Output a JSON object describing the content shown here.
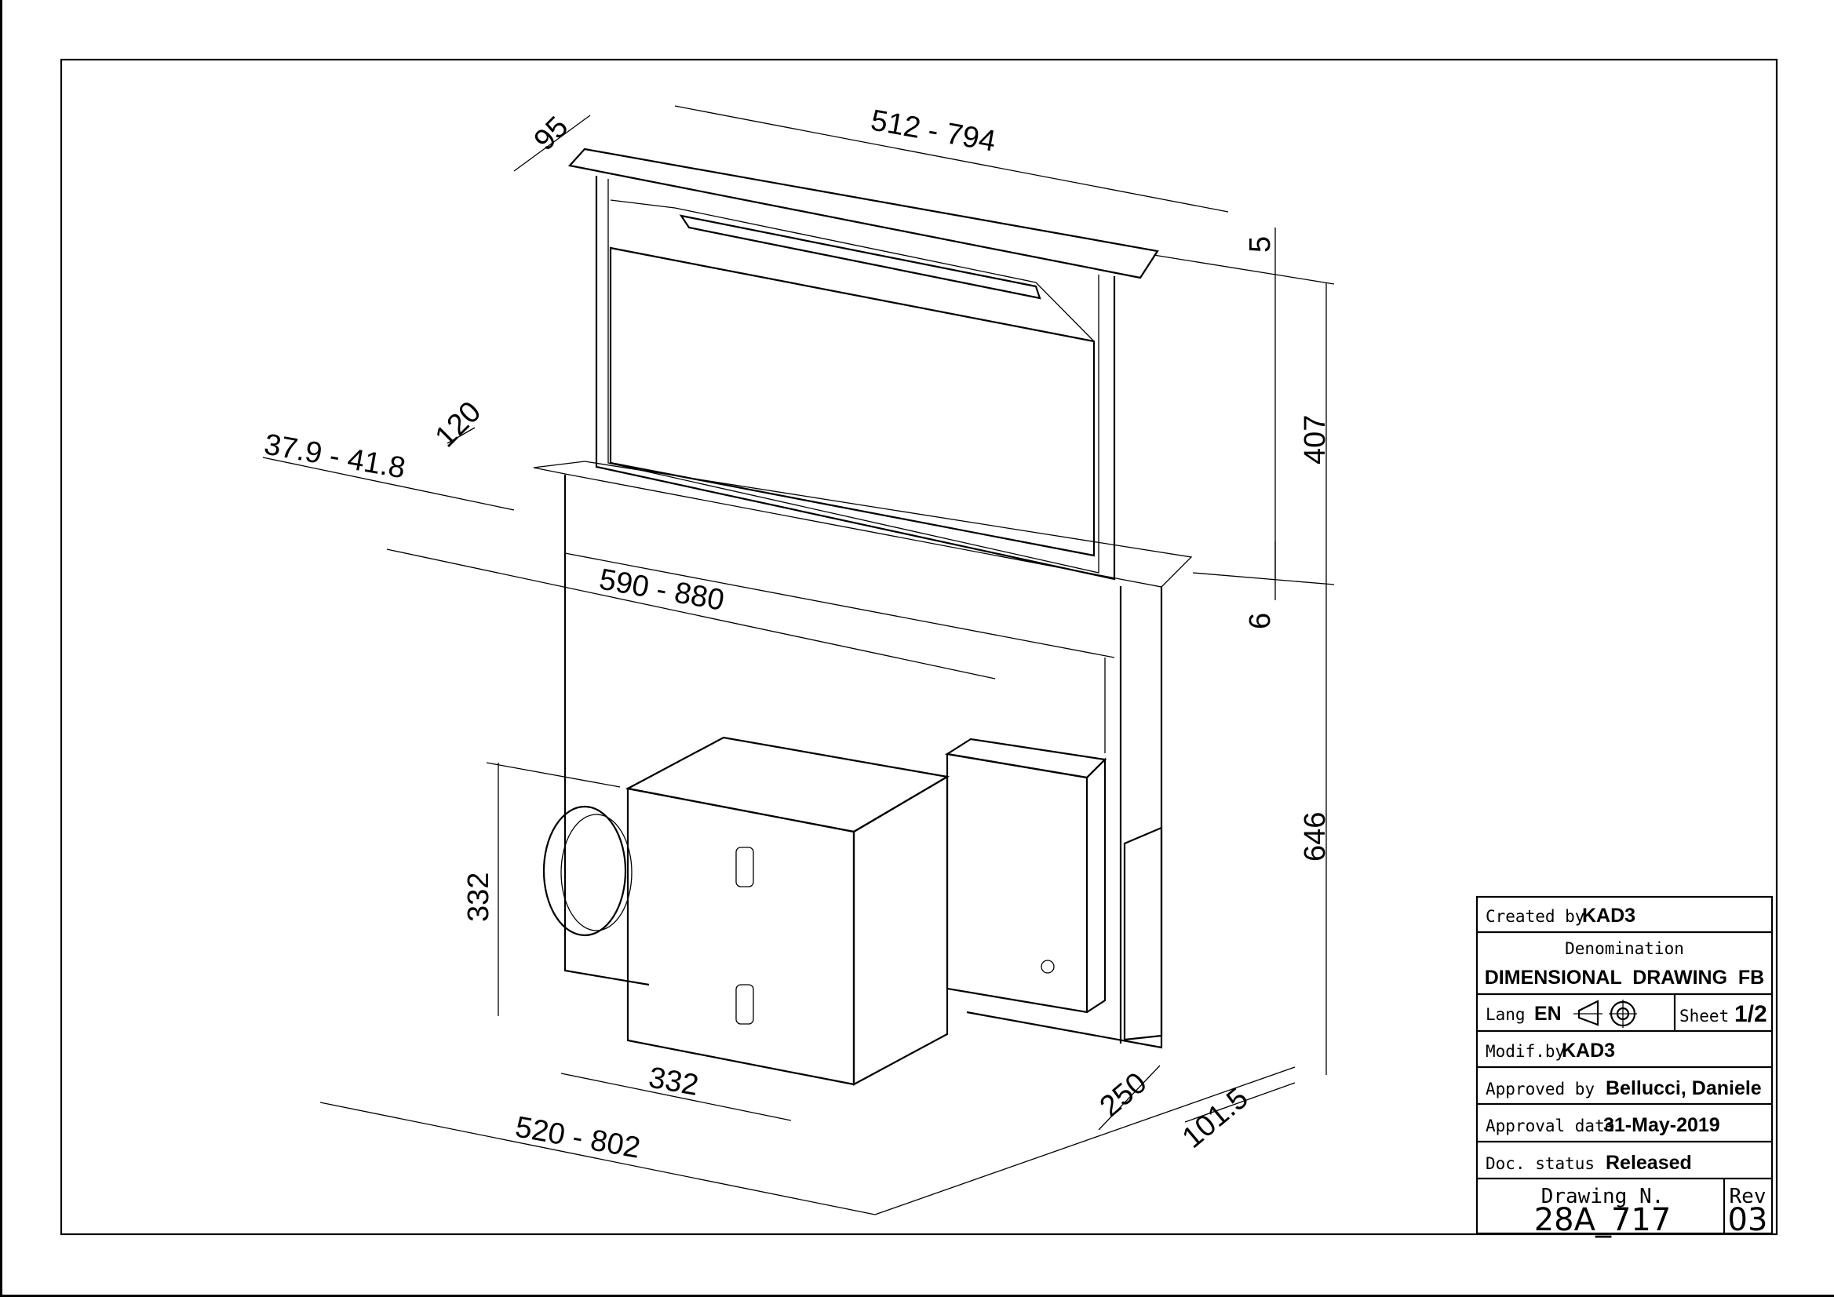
{
  "drawing": {
    "dimensions": {
      "cap_depth": "95",
      "cap_width": "512 - 794",
      "cap_height": "5",
      "rise_height": "407",
      "gap_height": "6",
      "body_height": "646",
      "cutout_depth": "120",
      "worktop_thickness": "37.9 - 41.8",
      "cutout_width": "590 - 880",
      "motor_height": "332",
      "motor_width": "332",
      "total_width": "520 - 802",
      "motor_depth": "250",
      "offset_depth": "101.5"
    }
  },
  "title_block": {
    "created_by_label": "Created by",
    "created_by": "KAD3",
    "denomination_label": "Denomination",
    "denomination": "DIMENSIONAL  DRAWING  FB",
    "lang_label": "Lang",
    "lang": "EN",
    "sheet_label": "Sheet",
    "sheet": "1/2",
    "modif_label": "Modif.by",
    "modif_by": "KAD3",
    "approved_label": "Approved by",
    "approved_by": "Bellucci, Daniele",
    "approval_date_label": "Approval date",
    "approval_date": "31-May-2019",
    "status_label": "Doc. status",
    "status": "Released",
    "drawing_no_label": "Drawing N.",
    "drawing_no": "28A_717",
    "rev_label": "Rev",
    "rev": "03"
  }
}
